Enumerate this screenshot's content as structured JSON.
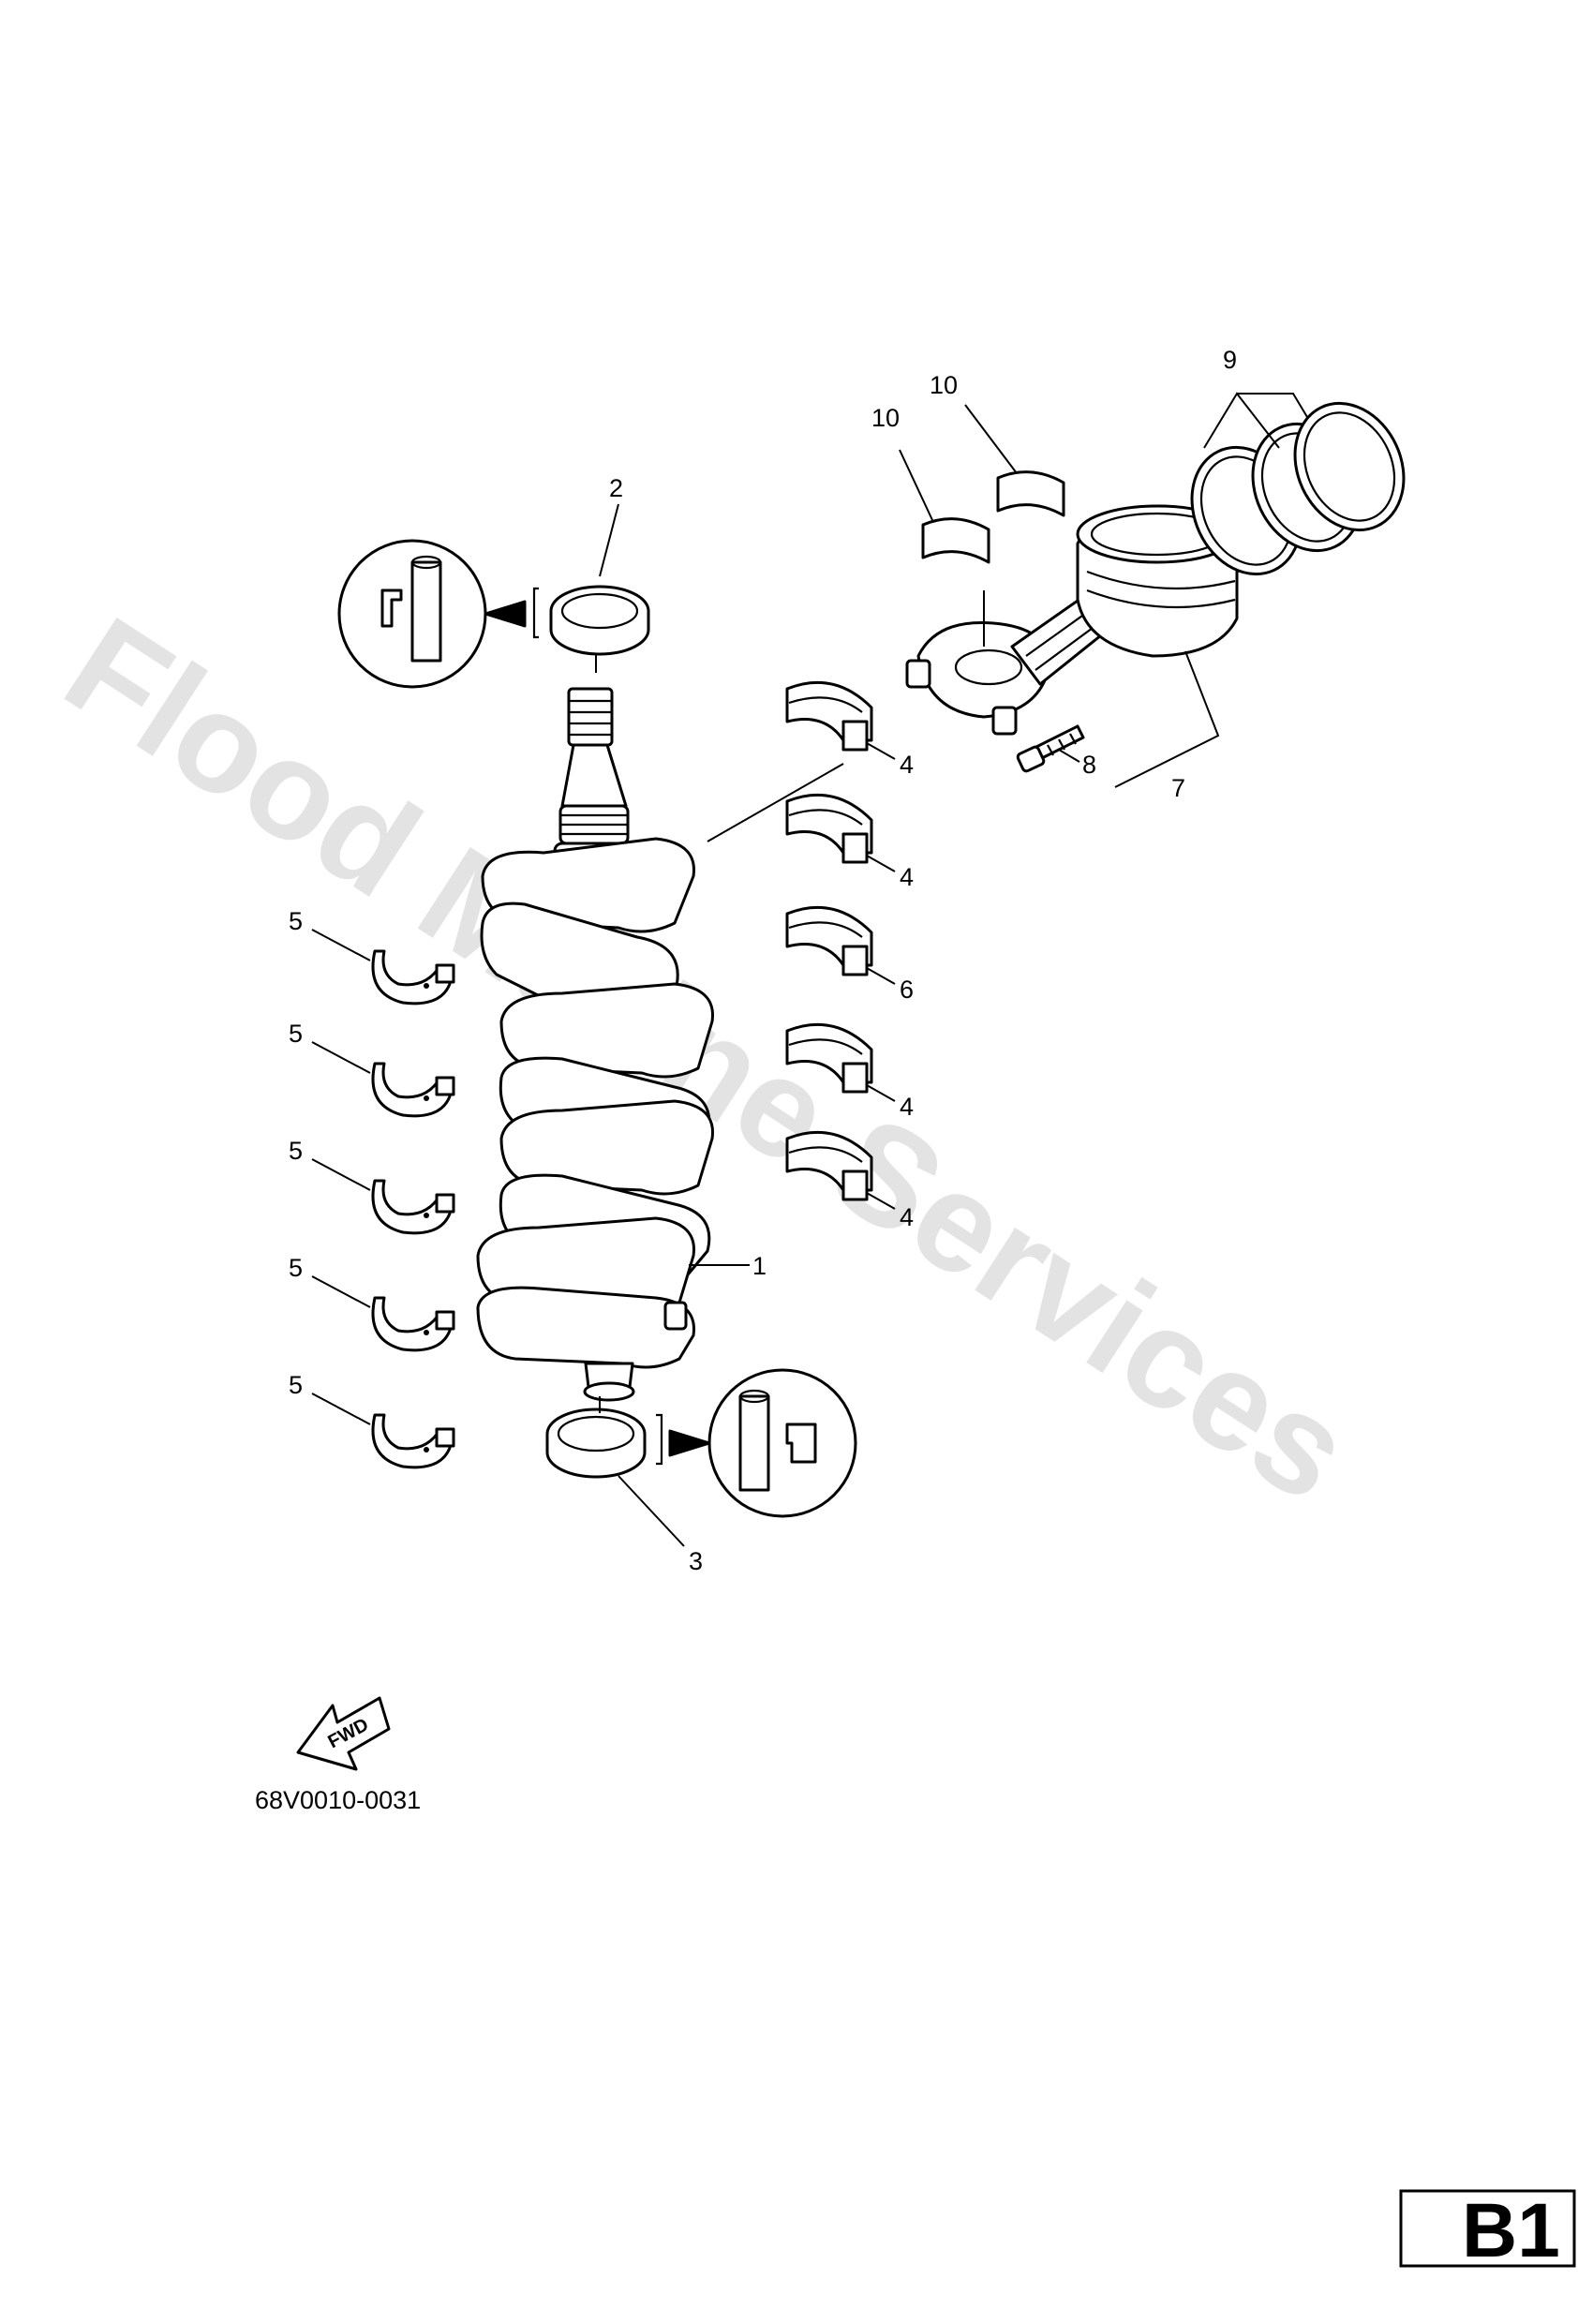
{
  "watermark": "Flood Marine Services",
  "drawing_code": "68V0010-0031",
  "fwd_label": "FWD",
  "page_id": "B1",
  "callouts": {
    "c1": "1",
    "c2": "2",
    "c3": "3",
    "c4a": "4",
    "c4b": "4",
    "c4c": "4",
    "c4d": "4",
    "c5a": "5",
    "c5b": "5",
    "c5c": "5",
    "c5d": "5",
    "c5e": "5",
    "c6": "6",
    "c7": "7",
    "c8": "8",
    "c9": "9",
    "c10a": "10",
    "c10b": "10"
  }
}
